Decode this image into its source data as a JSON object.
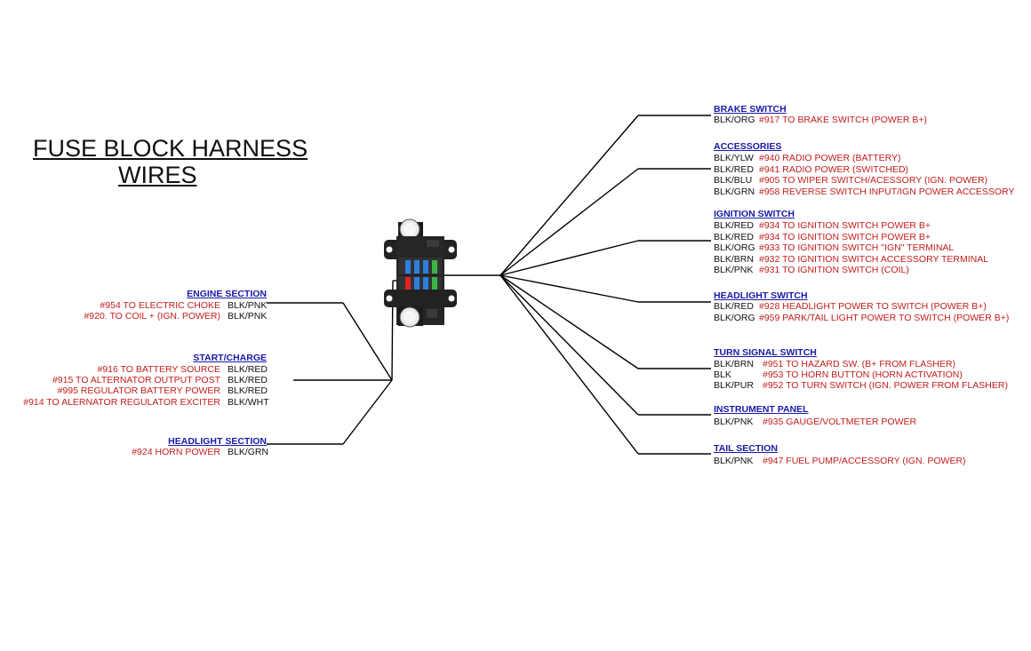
{
  "title": {
    "line1": "FUSE BLOCK HARNESS",
    "line2": "WIRES"
  },
  "left_sections": [
    {
      "heading": "ENGINE SECTION",
      "wires": [
        {
          "desc": "#954 TO ELECTRIC CHOKE",
          "color": "BLK/PNK"
        },
        {
          "desc": "#920. TO COIL + (IGN. POWER)",
          "color": "BLK/PNK"
        }
      ]
    },
    {
      "heading": "START/CHARGE",
      "wires": [
        {
          "desc": "#916 TO BATTERY SOURCE",
          "color": "BLK/RED"
        },
        {
          "desc": "#915 TO ALTERNATOR OUTPUT POST",
          "color": "BLK/RED"
        },
        {
          "desc": "#995 REGULATOR BATTERY POWER",
          "color": "BLK/RED"
        },
        {
          "desc": "#914 TO ALERNATOR REGULATOR EXCITER",
          "color": "BLK/WHT"
        }
      ]
    },
    {
      "heading": "HEADLIGHT SECTION",
      "wires": [
        {
          "desc": "#924 HORN POWER",
          "color": "BLK/GRN"
        }
      ]
    }
  ],
  "right_sections": [
    {
      "heading": "BRAKE SWITCH",
      "wires": [
        {
          "color": "BLK/ORG",
          "desc": "#917 TO BRAKE SWITCH (POWER B+)"
        }
      ]
    },
    {
      "heading": "ACCESSORIES",
      "wires": [
        {
          "color": "BLK/YLW",
          "desc": "#940 RADIO POWER (BATTERY)"
        },
        {
          "color": "BLK/RED",
          "desc": "#941 RADIO POWER (SWITCHED)"
        },
        {
          "color": "BLK/BLU",
          "desc": "#905 TO WIPER SWITCH/ACESSORY (IGN. POWER)"
        },
        {
          "color": "BLK/GRN",
          "desc": "#958 REVERSE SWITCH INPUT/IGN POWER ACCESSORY"
        }
      ]
    },
    {
      "heading": "IGNITION SWITCH",
      "wires": [
        {
          "color": "BLK/RED",
          "desc": "#934 TO IGNITION SWITCH POWER B+"
        },
        {
          "color": "BLK/RED",
          "desc": "#934 TO IGNITION SWITCH POWER B+"
        },
        {
          "color": "BLK/ORG",
          "desc": "#933 TO IGNITION SWITCH \"IGN\" TERMINAL"
        },
        {
          "color": "BLK/BRN",
          "desc": "#932 TO IGNITION SWITCH ACCESSORY TERMINAL"
        },
        {
          "color": "BLK/PNK",
          "desc": "#931 TO IGNITION SWITCH (COIL)"
        }
      ]
    },
    {
      "heading": "HEADLIGHT SWITCH",
      "wires": [
        {
          "color": "BLK/RED",
          "desc": "#928 HEADLIGHT POWER TO SWITCH  (POWER B+)"
        },
        {
          "color": "BLK/ORG",
          "desc": "#959 PARK/TAIL LIGHT POWER TO SWITCH  (POWER B+)"
        }
      ]
    },
    {
      "heading": "TURN SIGNAL SWITCH",
      "wires": [
        {
          "color": "BLK/BRN",
          "desc": "#951 TO HAZARD SW. (B+ FROM FLASHER)"
        },
        {
          "color": "BLK",
          "desc": "#953 TO HORN BUTTON (HORN ACTIVATION)"
        },
        {
          "color": "BLK/PUR",
          "desc": "#952 TO TURN SWITCH (IGN. POWER FROM FLASHER)"
        }
      ]
    },
    {
      "heading": "INSTRUMENT PANEL",
      "wires": [
        {
          "color": "BLK/PNK",
          "desc": "#935 GAUGE/VOLTMETER POWER"
        }
      ]
    },
    {
      "heading": "TAIL SECTION",
      "wires": [
        {
          "color": "BLK/PNK",
          "desc": "#947 FUEL PUMP/ACCESSORY  (IGN. POWER)"
        }
      ]
    }
  ],
  "colors": {
    "heading": "#1a1aa8",
    "wire_desc": "#c41c1c",
    "wire_code": "#111111",
    "line": "#000000"
  },
  "fuse_colors": [
    "#2f7fe0",
    "#2f7fe0",
    "#2f7fe0",
    "#3cb44a",
    "#e02424",
    "#2f7fe0",
    "#2f7fe0",
    "#3cb44a"
  ]
}
